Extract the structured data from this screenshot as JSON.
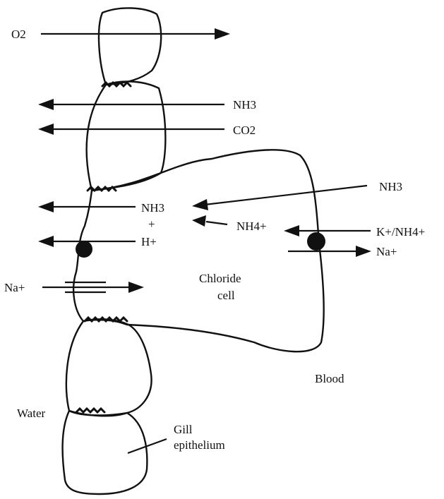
{
  "labels": {
    "o2": "O2",
    "nh3_out_top": "NH3",
    "co2": "CO2",
    "nh3_blood": "NH3",
    "nh3_apical": "NH3",
    "plus": "+",
    "h_plus": "H+",
    "nh4_inside": "NH4+",
    "k_nh4": "K+/NH4+",
    "na_blood": "Na+",
    "na_water": "Na+",
    "chloride": "Chloride",
    "cell": "cell",
    "blood": "Blood",
    "water": "Water",
    "gill": "Gill",
    "epithelium": "epithelium"
  },
  "colors": {
    "ink": "#111111",
    "background": "#ffffff"
  }
}
